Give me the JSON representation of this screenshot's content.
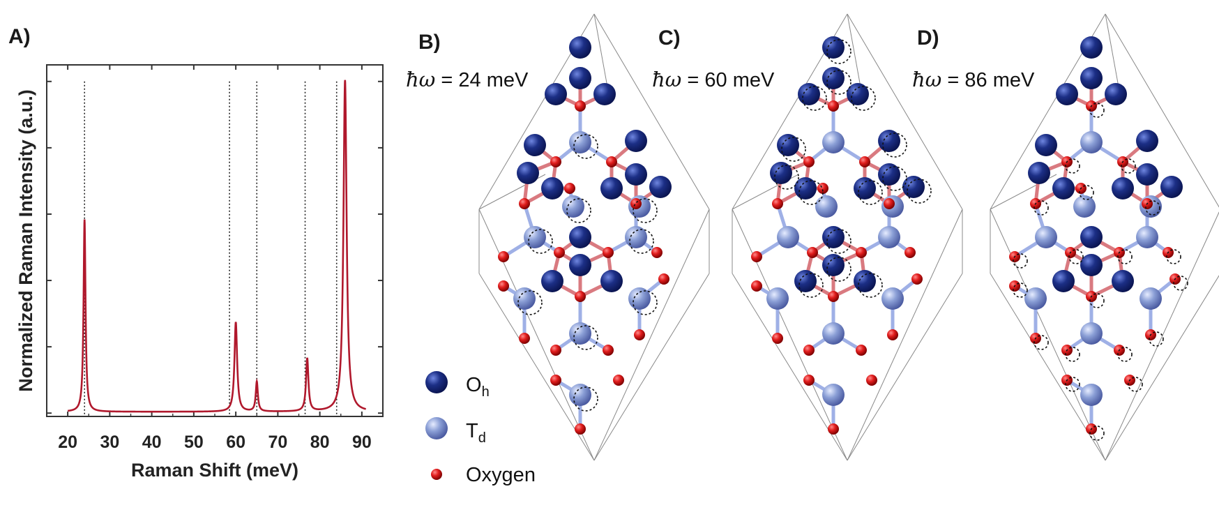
{
  "panels": {
    "a": "A)",
    "b": "B)",
    "c": "C)",
    "d": "D)"
  },
  "modes": {
    "symbol": "ħω",
    "b_text": " = 24 meV",
    "c_text": " = 60 meV",
    "d_text": " = 86 meV"
  },
  "legend": {
    "oh_main": "O",
    "oh_sub": "h",
    "td_main": "T",
    "td_sub": "d",
    "oxygen": "Oxygen"
  },
  "colors": {
    "line": "#b0182c",
    "oh_atom": "#1c2f86",
    "td_atom": "#8b9fd6",
    "oxygen": "#e11d1d"
  },
  "chart_data": {
    "type": "line",
    "xlabel": "Raman Shift (meV)",
    "ylabel": "Normalized Raman Intensity (a.u.)",
    "xlim": [
      15,
      95
    ],
    "ylim": [
      -0.01,
      1.05
    ],
    "xticks": [
      20,
      30,
      40,
      50,
      60,
      70,
      80,
      90
    ],
    "peaks": [
      {
        "x": 24,
        "y": 0.58
      },
      {
        "x": 60,
        "y": 0.27
      },
      {
        "x": 65,
        "y": 0.09
      },
      {
        "x": 77,
        "y": 0.16
      },
      {
        "x": 86,
        "y": 1.0
      }
    ],
    "reference_lines_x": [
      24,
      58.5,
      65,
      76.5,
      84
    ]
  }
}
